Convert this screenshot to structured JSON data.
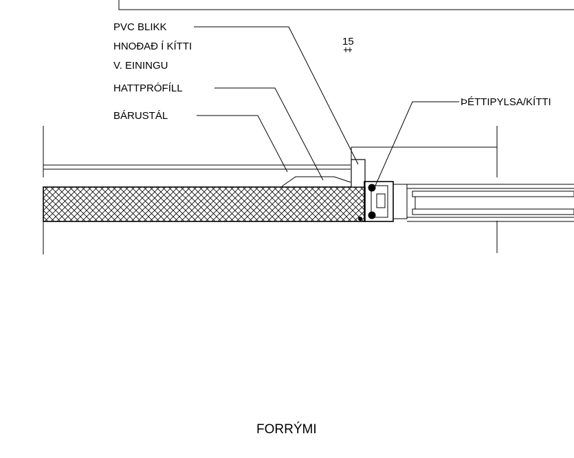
{
  "labels": {
    "pvc": "PVC BLIKK",
    "hnodad": "HNOÐAÐ Í KÍTTI",
    "eining": "V. EININGU",
    "hatt": "HATTPRÓFÍLL",
    "barustal": "BÁRUSTÁL",
    "thetti": "ÞÉTTIPYLSA/KÍTTI",
    "dimension": "15",
    "room": "FORRÝMI"
  }
}
